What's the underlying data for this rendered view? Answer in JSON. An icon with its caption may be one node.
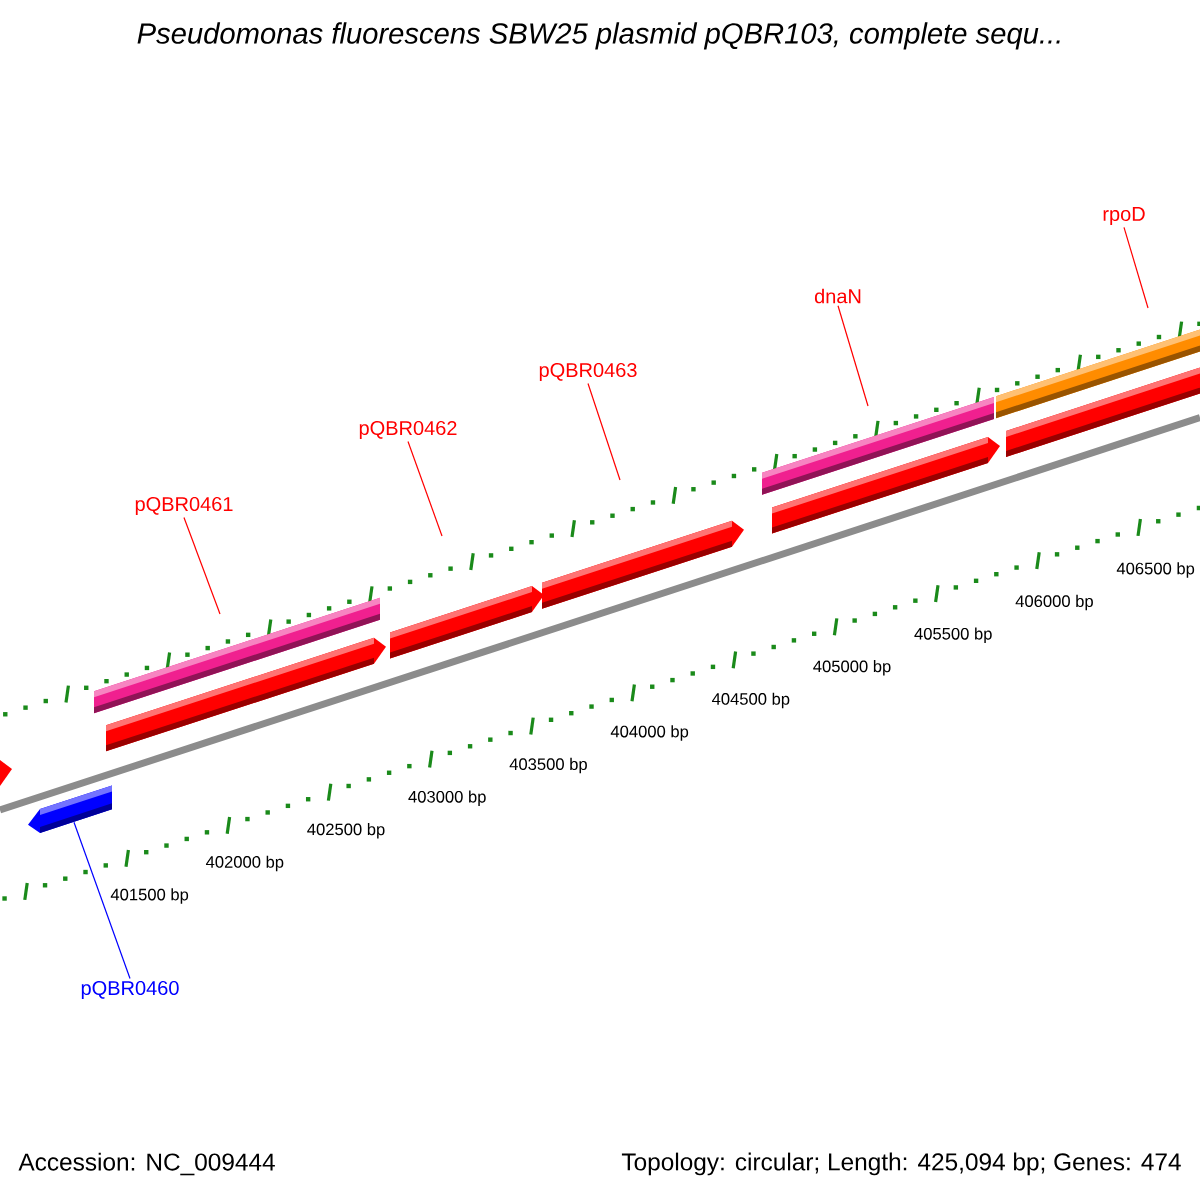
{
  "diagram": {
    "title": "*Pseudomonas fluorescens* SBW25 plasmid pQBR103, complete sequ...",
    "nodes": [
      {
        "text": [
          "rpoD"
        ]
      },
      {
        "text": [
          "dnaN"
        ]
      },
      {
        "text": [
          "pQBR0463"
        ]
      },
      {
        "text": [
          "pQBR0462"
        ]
      },
      {
        "text": [
          "pQBR0461"
        ]
      },
      {
        "text": [
          "pQBR0460"
        ]
      },
      {
        "text": [],
        "shape": "arrow"
      }
    ],
    "edges": [
      {
        "from": 0,
        "to": null,
        "arrow": "none"
      },
      {
        "from": 1,
        "to": null,
        "arrow": "none"
      },
      {
        "from": 2,
        "to": null,
        "arrow": "none"
      },
      {
        "from": 3,
        "to": null,
        "arrow": "none"
      },
      {
        "from": 4,
        "to": null,
        "arrow": "none"
      },
      {
        "from": 5,
        "to": 6,
        "arrow": "none",
        "color": "#0000ff"
      }
    ],
    "labels": [
      "401500 bp",
      "402000 bp",
      "402500 bp",
      "403000 bp",
      "403500 bp",
      "404000 bp",
      "404500 bp",
      "405000 bp",
      "405500 bp",
      "406000 bp",
      "406500 bp",
      "Accession: NC_009444",
      "Topology: circular; Length: 425,094 bp; Genes: 474"
    ]
  }
}
